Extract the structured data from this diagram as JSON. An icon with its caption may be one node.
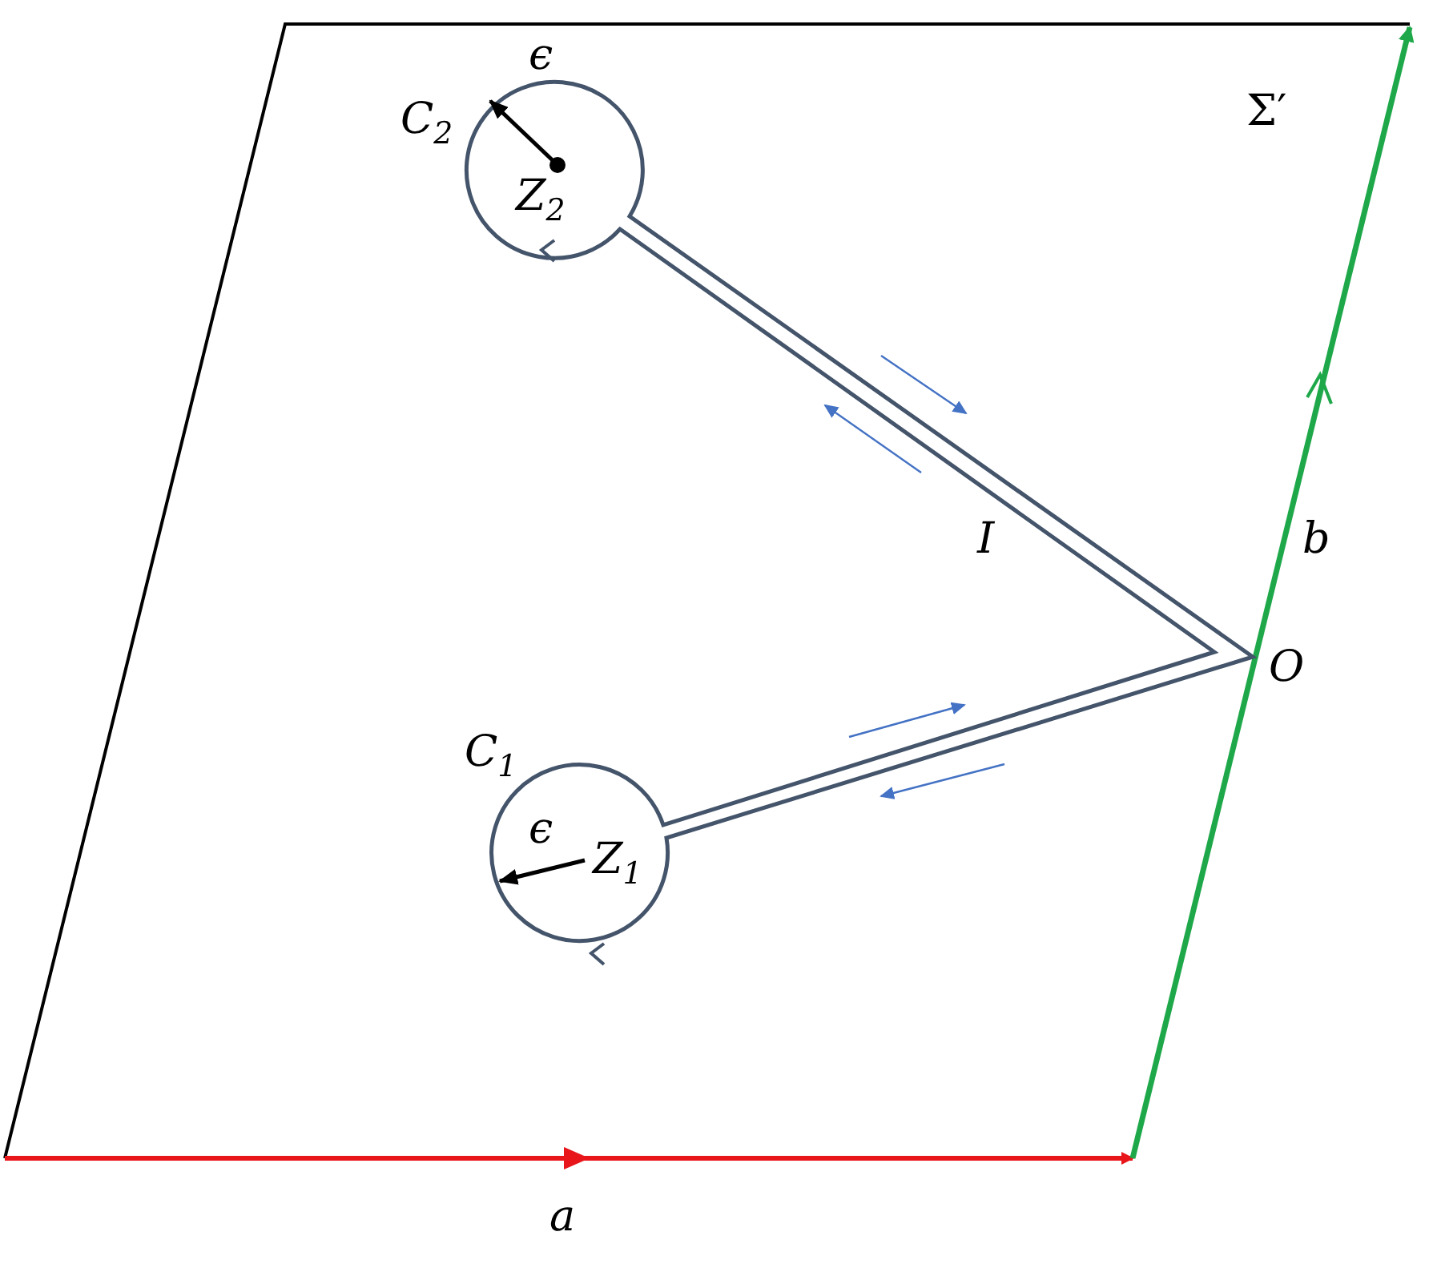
{
  "diagram": {
    "labels": [
      "C$_{2}$",
      "ϵ",
      "Σ′",
      "Z$_{2}$",
      "I",
      "b",
      "O",
      "C$_{1}$",
      "ϵ",
      "Z$_{1}$",
      "a"
    ]
  }
}
